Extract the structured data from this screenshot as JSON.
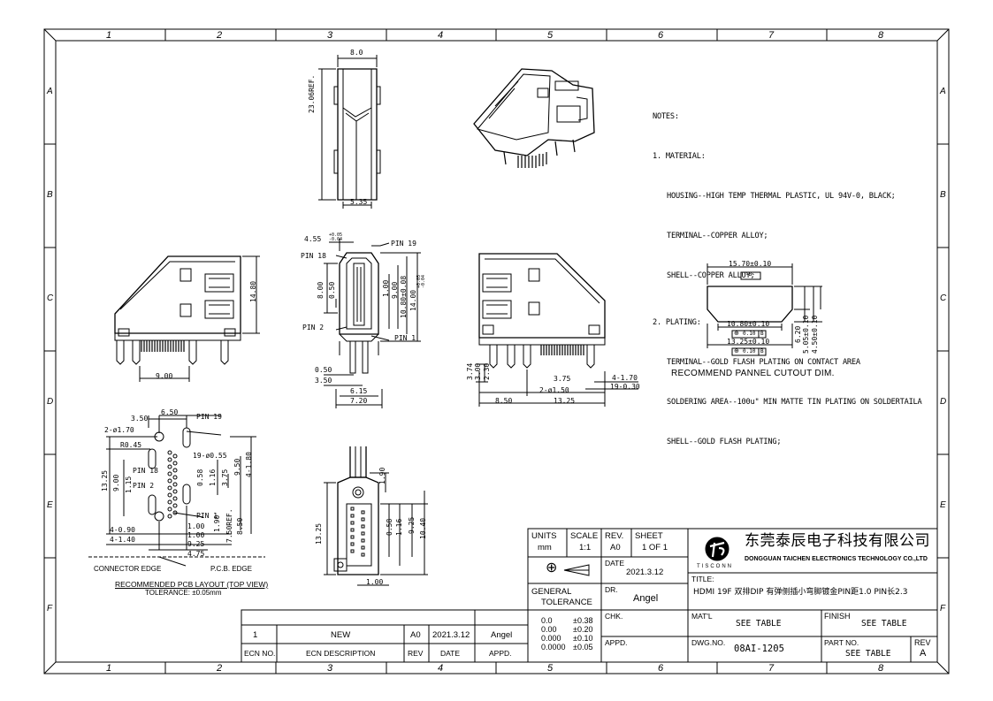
{
  "grid": {
    "columns": [
      "1",
      "2",
      "3",
      "4",
      "5",
      "6",
      "7",
      "8"
    ],
    "rows": [
      "A",
      "B",
      "C",
      "D",
      "E",
      "F"
    ]
  },
  "notes": {
    "heading": "NOTES:",
    "material_title": "1. MATERIAL:",
    "material_lines": [
      "HOUSING--HIGH TEMP THERMAL PLASTIC, UL 94V-0, BLACK;",
      "TERMINAL--COPPER ALLOY;",
      "SHELL--COPPER ALLOY;"
    ],
    "plating_title": "2. PLATING:",
    "plating_lines": [
      "TERMINAL--GOLD FLASH PLATING ON CONTACT AREA",
      "SOLDERING AREA--100u\" MIN MATTE TIN PLATING ON SOLDERTAILA",
      "SHELL--GOLD FLASH PLATING;"
    ]
  },
  "dims": {
    "top_width": "8.0",
    "top_height": "23.06REF.",
    "top_bottom": "5.35",
    "side_height": "14.80",
    "side_bottom": "9.00",
    "front_w1": "4.55",
    "front_w1_tol": "+0.05\n-0.04",
    "pin19": "PIN 19",
    "pin18": "PIN 18",
    "pin2": "PIN 2",
    "pin1": "PIN 1",
    "front_8": "8.00",
    "front_050": "0.50",
    "front_100": "1.00",
    "front_900": "9.00",
    "front_1080": "10.80±0.08",
    "front_1400": "14.00",
    "front_1400_tol": "+0.05\n-0.04",
    "front_b050": "0.50",
    "front_b350": "3.50",
    "front_b615": "6.15",
    "front_b720": "7.20",
    "rear_374": "3.74",
    "rear_300": "3.00",
    "rear_230": "2.30",
    "rear_375": "3.75",
    "rear_4170": "4-1.70",
    "rear_19030": "19-0.30",
    "rear_2150": "2-ø1.50",
    "rear_850": "8.50",
    "rear_1325": "13.25",
    "panel_w": "15.70±0.10",
    "panel_b": "-B-",
    "panel_1080": "10.80±0.10",
    "panel_tol1": "0.10",
    "panel_tol1_ref": "B",
    "panel_1325": "13.25±0.10",
    "panel_tol2": "0.10",
    "panel_tol2_ref": "B",
    "panel_620": "6.20",
    "panel_505": "5.05±0.10",
    "panel_450": "4.50±0.10",
    "panel_caption": "RECOMMEND PANNEL CUTOUT DIM.",
    "pcb_350": "3.50",
    "pcb_650": "6.50",
    "pcb_pin19": "PIN 19",
    "pcb_2170": "2-ø1.70",
    "pcb_r045": "R0.45",
    "pcb_19055": "19-ø0.55",
    "pcb_pin18": "PIN 18",
    "pcb_pin2": "PIN 2",
    "pcb_pin1": "PIN 1",
    "pcb_1325": "13.25",
    "pcb_900": "9.00",
    "pcb_115": "1.15",
    "pcb_950": "9.50",
    "pcb_4180": "4-1.80",
    "pcb_058": "0.58",
    "pcb_116": "1.16",
    "pcb_375": "3.75",
    "pcb_4090": "4-0.90",
    "pcb_4140": "4-1.40",
    "pcb_100a": "1.00",
    "pcb_100b": "1.00",
    "pcb_190": "1.90",
    "pcb_750": "7.50REF.",
    "pcb_850": "8.50",
    "pcb_925": "9.25",
    "pcb_475": "4.75",
    "pcb_conn_edge": "CONNECTOR EDGE",
    "pcb_pcb_edge": "P.C.B. EDGE",
    "pcb_caption": "RECOMMENDED PCB LAYOUT (TOP VIEW)",
    "pcb_tol": "TOLERANCE: ±0.05mm",
    "bot_190": "1.90",
    "bot_1325": "13.25",
    "bot_058": "0.58",
    "bot_116": "1.16",
    "bot_925": "9.25",
    "bot_1040": "10.40",
    "bot_100": "1.00"
  },
  "revision": {
    "headers": {
      "ecn_no": "ECN NO.",
      "ecn_desc": "ECN  DESCRIPTION",
      "rev": "REV",
      "date": "DATE",
      "appd": "APPD."
    },
    "rows": [
      {
        "ecn_no": "1",
        "desc": "NEW",
        "rev": "A0",
        "date": "2021.3.12",
        "appd": "Angel"
      }
    ]
  },
  "title_block": {
    "units_label": "UNITS",
    "units_value": "mm",
    "scale_label": "SCALE",
    "scale_value": "1:1",
    "rev_label": "REV.",
    "rev_value": "A0",
    "sheet_label": "SHEET",
    "sheet_value": "1  OF  1",
    "date_label": "DATE",
    "date_value": "2021.3.12",
    "dr_label": "DR.",
    "dr_value": "Angel",
    "chk_label": "CHK.",
    "appd_label": "APPD.",
    "general_label": "GENERAL",
    "tolerance_label": "TOLERANCE",
    "tolerances": [
      [
        "0.0",
        "±0.38"
      ],
      [
        "0.00",
        "±0.20"
      ],
      [
        "0.000",
        "±0.10"
      ],
      [
        "0.0000",
        "±0.05"
      ]
    ],
    "company_cn": "东莞泰辰电子科技有限公司",
    "company_en": "DONGGUAN TAICHEN ELECTRONICS TECHNOLOGY CO.,LTD",
    "logo_text": "TISCONN",
    "title_label": "TITLE:",
    "title_value": "HDMI 19F 双排DIP 有弹侧插小弯脚镀金PIN距1.0 PIN长2.3",
    "matl_label": "MAT'L",
    "matl_value": "SEE TABLE",
    "finish_label": "FINISH",
    "finish_value": "SEE TABLE",
    "dwg_label": "DWG.NO.",
    "dwg_value": "08AI-1205",
    "part_label": "PART NO.",
    "part_value": "SEE TABLE",
    "rev2_label": "REV",
    "rev2_value": "A"
  },
  "colors": {
    "line": "#000000",
    "paper": "#ffffff"
  }
}
